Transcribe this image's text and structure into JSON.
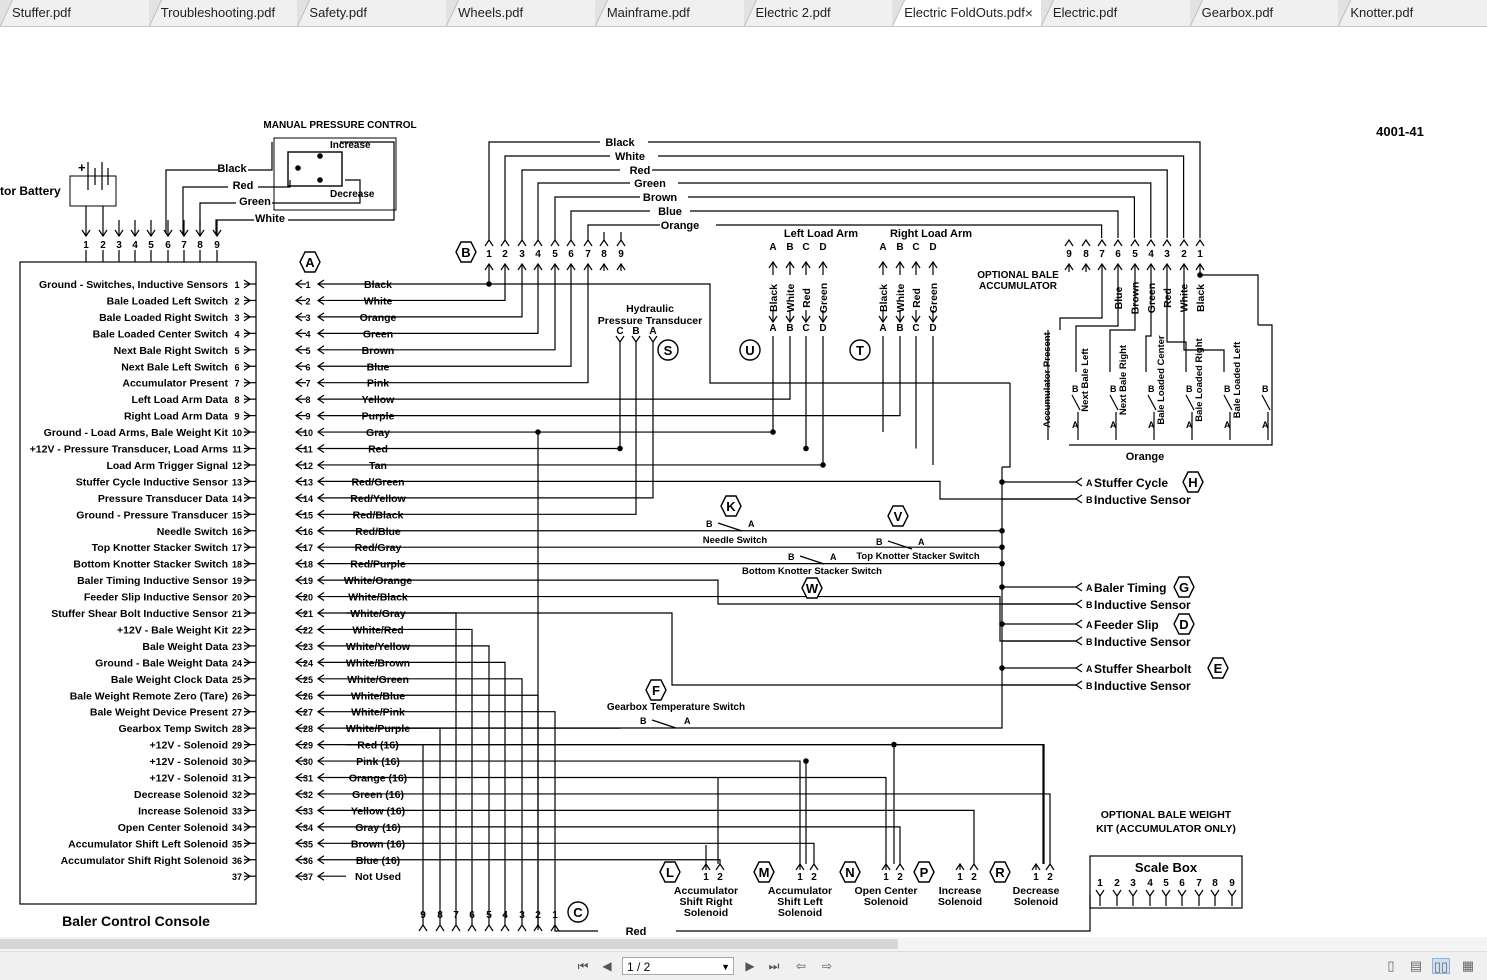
{
  "tabs": [
    {
      "label": "Stuffer.pdf",
      "active": false
    },
    {
      "label": "Troubleshooting.pdf",
      "active": false
    },
    {
      "label": "Safety.pdf",
      "active": false
    },
    {
      "label": "Wheels.pdf",
      "active": false
    },
    {
      "label": "Mainframe.pdf",
      "active": false
    },
    {
      "label": "Electric 2.pdf",
      "active": false
    },
    {
      "label": "Electric FoldOuts.pdf",
      "active": true
    },
    {
      "label": "Electric.pdf",
      "active": false
    },
    {
      "label": "Gearbox.pdf",
      "active": false
    },
    {
      "label": "Knotter.pdf",
      "active": false
    }
  ],
  "tab_close_glyph": "×",
  "diagram": {
    "page_ref": "4001-41",
    "manual_pressure_title": "MANUAL PRESSURE CONTROL",
    "increase": "Increase",
    "decrease": "Decrease",
    "battery": "tor Battery",
    "battery_wires": [
      "Black",
      "Red",
      "Green",
      "White"
    ],
    "pin_numbers_9": [
      "1",
      "2",
      "3",
      "4",
      "5",
      "6",
      "7",
      "8",
      "9"
    ],
    "pin_numbers_9_rev": [
      "9",
      "8",
      "7",
      "6",
      "5",
      "4",
      "3",
      "2",
      "1"
    ],
    "top_wires": [
      "Black",
      "White",
      "Red",
      "Green",
      "Brown",
      "Blue",
      "Orange"
    ],
    "connector_a": "A",
    "connector_b": "B",
    "connector_c": "C",
    "console_title": "Baler Control Console",
    "console_rows": [
      {
        "label": "Ground - Switches, Inductive Sensors",
        "pin": "1",
        "wire": "Black"
      },
      {
        "label": "Bale Loaded Left Switch",
        "pin": "2",
        "wire": "White"
      },
      {
        "label": "Bale Loaded Right Switch",
        "pin": "3",
        "wire": "Orange"
      },
      {
        "label": "Bale Loaded Center Switch",
        "pin": "4",
        "wire": "Green"
      },
      {
        "label": "Next Bale Right Switch",
        "pin": "5",
        "wire": "Brown"
      },
      {
        "label": "Next Bale Left Switch",
        "pin": "6",
        "wire": "Blue"
      },
      {
        "label": "Accumulator Present",
        "pin": "7",
        "wire": "Pink"
      },
      {
        "label": "Left Load Arm Data",
        "pin": "8",
        "wire": "Yellow"
      },
      {
        "label": "Right Load Arm Data",
        "pin": "9",
        "wire": "Purple"
      },
      {
        "label": "Ground - Load Arms, Bale Weight Kit",
        "pin": "10",
        "wire": "Gray"
      },
      {
        "label": "+12V - Pressure Transducer, Load Arms",
        "pin": "11",
        "wire": "Red"
      },
      {
        "label": "Load Arm Trigger Signal",
        "pin": "12",
        "wire": "Tan"
      },
      {
        "label": "Stuffer Cycle Inductive Sensor",
        "pin": "13",
        "wire": "Red/Green"
      },
      {
        "label": "Pressure Transducer Data",
        "pin": "14",
        "wire": "Red/Yellow"
      },
      {
        "label": "Ground - Pressure Transducer",
        "pin": "15",
        "wire": "Red/Black"
      },
      {
        "label": "Needle Switch",
        "pin": "16",
        "wire": "Red/Blue"
      },
      {
        "label": "Top Knotter Stacker Switch",
        "pin": "17",
        "wire": "Red/Gray"
      },
      {
        "label": "Bottom Knotter Stacker Switch",
        "pin": "18",
        "wire": "Red/Purple"
      },
      {
        "label": "Baler Timing Inductive Sensor",
        "pin": "19",
        "wire": "White/Orange"
      },
      {
        "label": "Feeder Slip Inductive Sensor",
        "pin": "20",
        "wire": "White/Black"
      },
      {
        "label": "Stuffer Shear Bolt Inductive Sensor",
        "pin": "21",
        "wire": "White/Gray"
      },
      {
        "label": "+12V - Bale Weight Kit",
        "pin": "22",
        "wire": "White/Red"
      },
      {
        "label": "Bale Weight Data",
        "pin": "23",
        "wire": "White/Yellow"
      },
      {
        "label": "Ground - Bale Weight Data",
        "pin": "24",
        "wire": "White/Brown"
      },
      {
        "label": "Bale Weight Clock Data",
        "pin": "25",
        "wire": "White/Green"
      },
      {
        "label": "Bale Weight Remote Zero (Tare)",
        "pin": "26",
        "wire": "White/Blue"
      },
      {
        "label": "Bale Weight Device Present",
        "pin": "27",
        "wire": "White/Pink"
      },
      {
        "label": "Gearbox Temp Switch",
        "pin": "28",
        "wire": "White/Purple"
      },
      {
        "label": "+12V - Solenoid",
        "pin": "29",
        "wire": "Red (16)"
      },
      {
        "label": "+12V - Solenoid",
        "pin": "30",
        "wire": "Pink (16)"
      },
      {
        "label": "+12V - Solenoid",
        "pin": "31",
        "wire": "Orange (16)"
      },
      {
        "label": "Decrease Solenoid",
        "pin": "32",
        "wire": "Green (16)"
      },
      {
        "label": "Increase Solenoid",
        "pin": "33",
        "wire": "Yellow (16)"
      },
      {
        "label": "Open Center Solenoid",
        "pin": "34",
        "wire": "Gray (16)"
      },
      {
        "label": "Accumulator Shift Left Solenoid",
        "pin": "35",
        "wire": "Brown (16)"
      },
      {
        "label": "Accumulator Shift Right Solenoid",
        "pin": "36",
        "wire": "Blue (16)"
      },
      {
        "label": "",
        "pin": "37",
        "wire": "Not Used"
      }
    ],
    "left_load_arm": "Left Load Arm",
    "right_load_arm": "Right Load Arm",
    "load_arm_pins": [
      "A",
      "B",
      "C",
      "D"
    ],
    "load_arm_wires": [
      "Black",
      "White",
      "Red",
      "Green"
    ],
    "hydraulic_title_1": "Hydraulic",
    "hydraulic_title_2": "Pressure Transducer",
    "hydraulic_pins": [
      "C",
      "B",
      "A"
    ],
    "tag_s": "S",
    "tag_u": "U",
    "tag_t": "T",
    "optional_accum_1": "OPTIONAL BALE",
    "optional_accum_2": "ACCUMULATOR",
    "accum_wires": [
      "Blue",
      "Brown",
      "Green",
      "Red",
      "White",
      "Black"
    ],
    "accum_switches": [
      "Accumulator Present",
      "Next Bale Left",
      "Next Bale Right",
      "Bale Loaded Center",
      "Bale Loaded Right",
      "Bale Loaded Left"
    ],
    "orange_bottom": "Orange",
    "sensors": [
      {
        "label": "Stuffer Cycle",
        "tag": "H"
      },
      {
        "label": "Baler Timing",
        "tag": "G"
      },
      {
        "label": "Feeder Slip",
        "tag": "D"
      },
      {
        "label": "Stuffer Shearbolt",
        "tag": "E"
      }
    ],
    "inductive_sensor": "Inductive Sensor",
    "needle_switch": "Needle Switch",
    "top_knotter": "Top Knotter Stacker Switch",
    "bottom_knotter": "Bottom Knotter Stacker Switch",
    "gearbox_switch": "Gearbox Temperature Switch",
    "tag_k": "K",
    "tag_v": "V",
    "tag_w": "W",
    "tag_f": "F",
    "solenoids": [
      {
        "tag": "L",
        "label": [
          "Accumulator",
          "Shift Right",
          "Solenoid"
        ]
      },
      {
        "tag": "M",
        "label": [
          "Accumulator",
          "Shift Left",
          "Solenoid"
        ]
      },
      {
        "tag": "N",
        "label": [
          "Open Center",
          "Solenoid"
        ]
      },
      {
        "tag": "P",
        "label": [
          "Increase",
          "Solenoid"
        ]
      },
      {
        "tag": "R",
        "label": [
          "Decrease",
          "Solenoid"
        ]
      }
    ],
    "bale_weight_kit_1": "OPTIONAL BALE WEIGHT",
    "bale_weight_kit_2": "KIT (ACCUMULATOR ONLY)",
    "scale_box": "Scale Box",
    "red_bottom": "Red"
  },
  "bottom_toolbar": {
    "page_indicator": "1 / 2"
  }
}
